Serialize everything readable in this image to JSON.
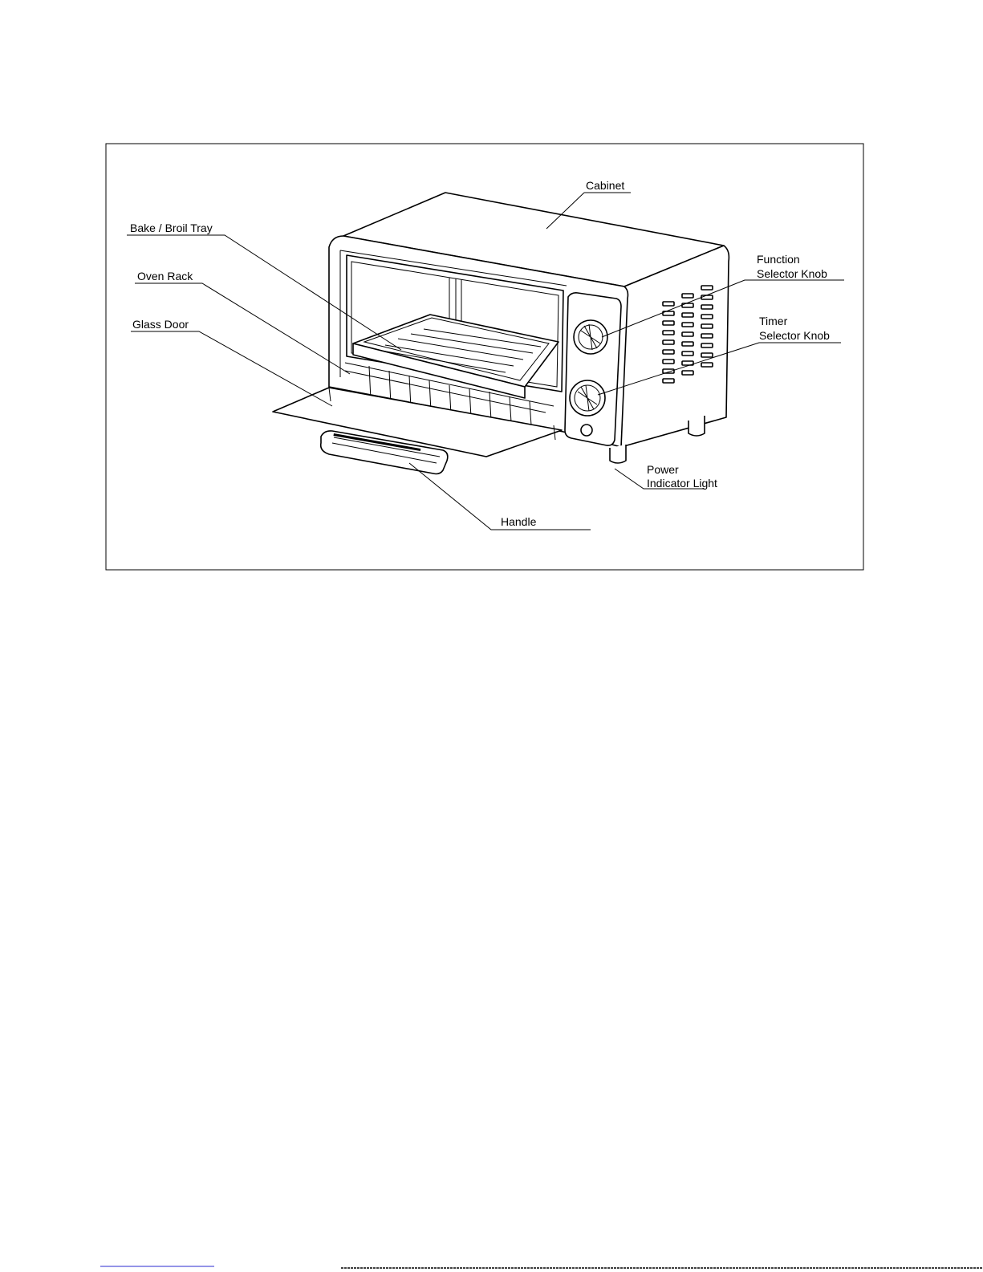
{
  "figure": {
    "labels": {
      "cabinet": "Cabinet",
      "bake_broil_tray": "Bake / Broil Tray",
      "oven_rack": "Oven Rack",
      "glass_door": "Glass Door",
      "function_selector_knob_1": "Function",
      "function_selector_knob_2": "Selector Knob",
      "timer_selector_knob_1": "Timer",
      "timer_selector_knob_2": "Selector Knob",
      "power_indicator_light_1": "Power",
      "power_indicator_light_2": "Indicator Light",
      "handle": "Handle"
    }
  }
}
